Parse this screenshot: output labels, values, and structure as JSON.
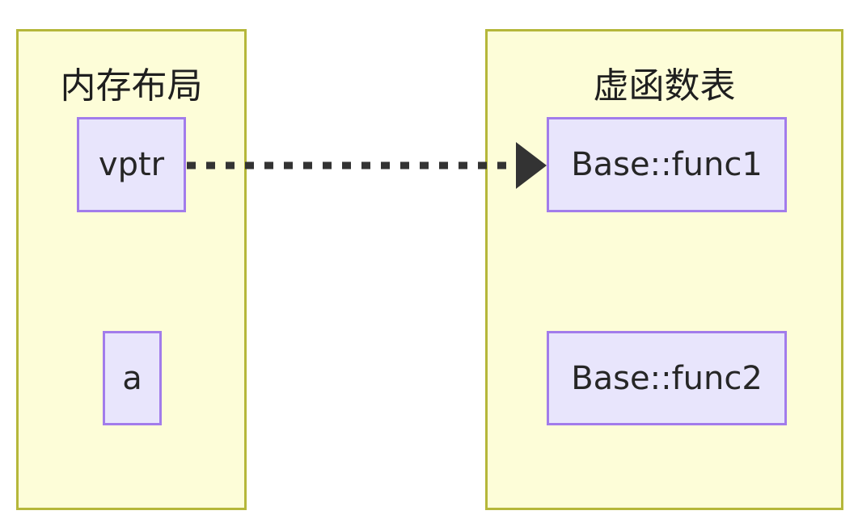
{
  "diagram": {
    "type": "cpp-object-memory-layout",
    "background_color": "#ffffff",
    "groups": [
      {
        "id": "memory-layout",
        "title": "内存布局",
        "fill_color": "#fdfdd8",
        "border_color": "#b5b73a",
        "slots": [
          {
            "id": "vptr",
            "label": "vptr"
          },
          {
            "id": "member-a",
            "label": "a"
          }
        ]
      },
      {
        "id": "vtable",
        "title": "虚函数表",
        "fill_color": "#fdfdd8",
        "border_color": "#b5b73a",
        "slots": [
          {
            "id": "entry-0",
            "label": "Base::func1"
          },
          {
            "id": "entry-1",
            "label": "Base::func2"
          }
        ]
      }
    ],
    "slot_style": {
      "fill_color": "#e8e5fc",
      "border_color": "#a27ceb",
      "text_color": "#262626"
    },
    "connectors": [
      {
        "id": "vptr-to-vtable",
        "from": "vptr",
        "to": "entry-0",
        "label": "",
        "style": "dotted",
        "color": "#333333",
        "arrowhead": "filled-triangle"
      }
    ]
  }
}
